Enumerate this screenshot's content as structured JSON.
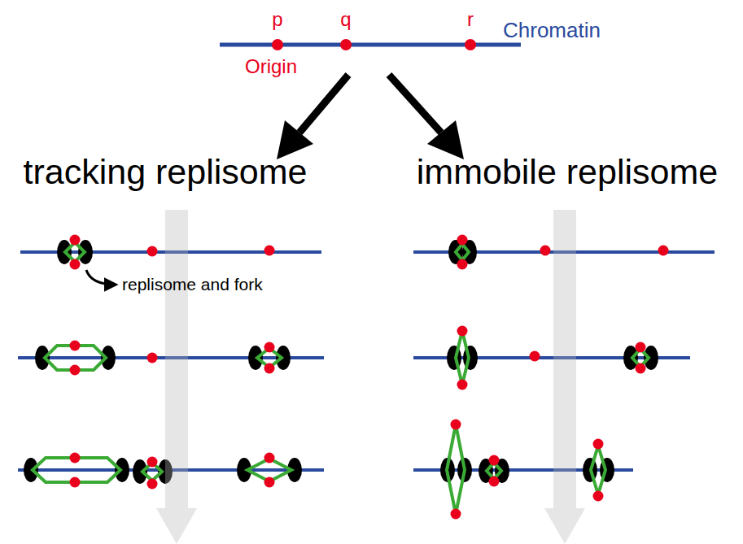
{
  "diagram": {
    "labels": [
      "p",
      "q",
      "r",
      "Chromatin",
      "Origin",
      "tracking replisome",
      "immobile replisome",
      "replisome and fork"
    ]
  }
}
